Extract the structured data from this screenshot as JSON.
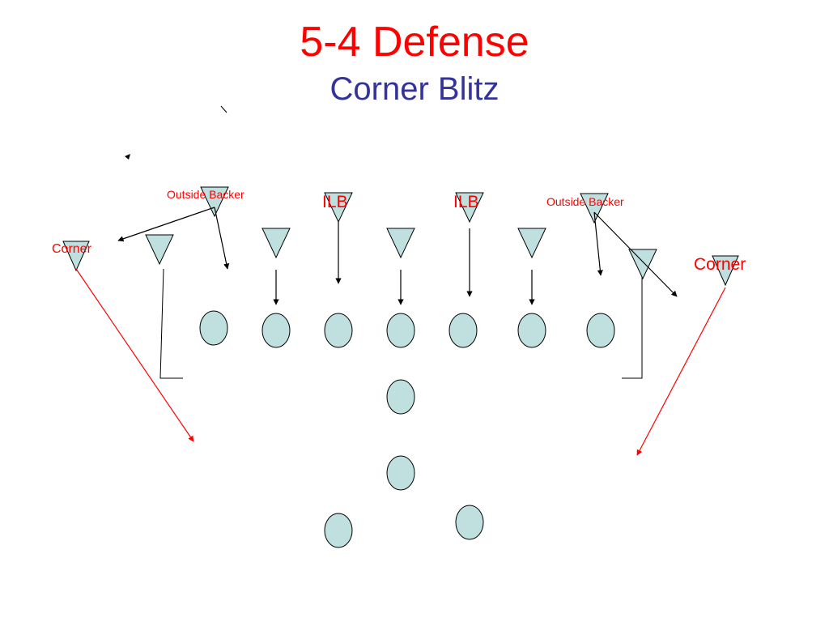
{
  "slide": {
    "title": "5-4 Defense",
    "subtitle": "Corner Blitz"
  },
  "labels": {
    "outside_backer_left": "Outside Backer",
    "outside_backer_right": "Outside Backer",
    "ilb_left": "ILB",
    "ilb_right": "ILB",
    "corner_left": "Corner",
    "corner_right": "Corner"
  },
  "colors": {
    "title": "#ff0000",
    "subtitle": "#333399",
    "label": "#ff0000",
    "player_fill": "#c0e0e0",
    "player_stroke": "#000000",
    "route": "#000000",
    "blitz_route": "#ff0000"
  },
  "diagram": {
    "defenders": 11,
    "offense": 11,
    "icons": {
      "defender": "triangle-icon",
      "offense": "oval-icon"
    }
  }
}
